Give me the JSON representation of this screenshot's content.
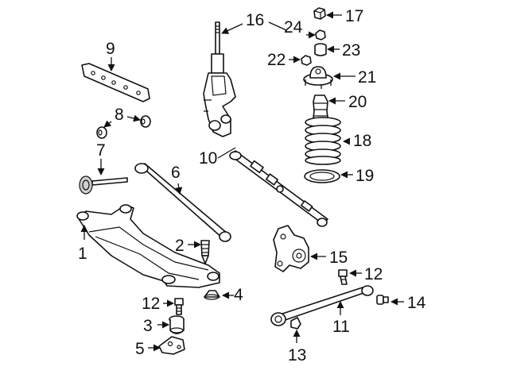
{
  "diagram": {
    "callouts": [
      {
        "id": "c1",
        "text": "1"
      },
      {
        "id": "c2",
        "text": "2"
      },
      {
        "id": "c3",
        "text": "3"
      },
      {
        "id": "c4",
        "text": "4"
      },
      {
        "id": "c5",
        "text": "5"
      },
      {
        "id": "c6",
        "text": "6"
      },
      {
        "id": "c7",
        "text": "7"
      },
      {
        "id": "c8",
        "text": "8"
      },
      {
        "id": "c9",
        "text": "9"
      },
      {
        "id": "c10",
        "text": "10"
      },
      {
        "id": "c11",
        "text": "11"
      },
      {
        "id": "c12a",
        "text": "12"
      },
      {
        "id": "c12b",
        "text": "12"
      },
      {
        "id": "c13",
        "text": "13"
      },
      {
        "id": "c14",
        "text": "14"
      },
      {
        "id": "c15",
        "text": "15"
      },
      {
        "id": "c16",
        "text": "16"
      },
      {
        "id": "c17",
        "text": "17"
      },
      {
        "id": "c18",
        "text": "18"
      },
      {
        "id": "c19",
        "text": "19"
      },
      {
        "id": "c20",
        "text": "20"
      },
      {
        "id": "c21",
        "text": "21"
      },
      {
        "id": "c22",
        "text": "22"
      },
      {
        "id": "c23",
        "text": "23"
      },
      {
        "id": "c24",
        "text": "24"
      }
    ]
  }
}
